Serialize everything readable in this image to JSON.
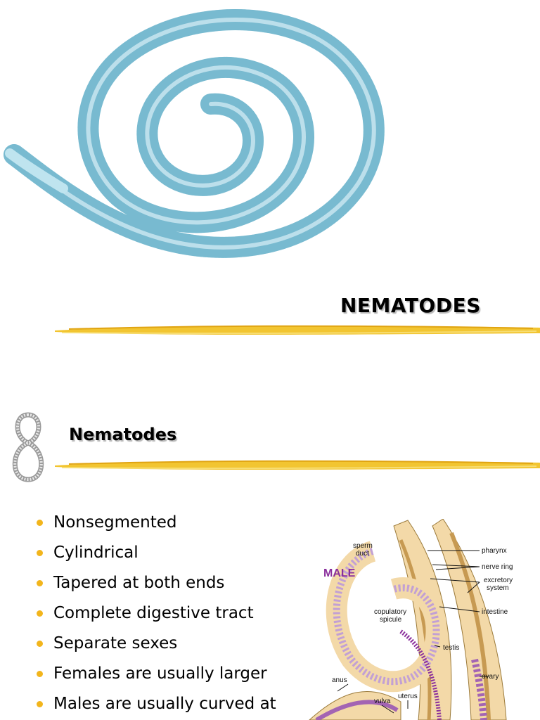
{
  "slide1": {
    "title": "NEMATODES"
  },
  "slide2": {
    "title": "Nematodes",
    "bullets": [
      "Nonsegmented",
      "Cylindrical",
      "Tapered at both ends",
      "Complete digestive tract",
      "Separate sexes",
      "Females are usually larger",
      "Males are usually curved at"
    ],
    "diagram": {
      "male_label": "MALE",
      "labels": {
        "sperm_duct": "sperm duct",
        "sperm": "sperm",
        "duct": "duct",
        "pharynx": "pharynx",
        "nerve_ring": "nerve ring",
        "excretory": "excretory",
        "system": "system",
        "intestine": "intestine",
        "copulatory": "copulatory",
        "spicule": "spicule",
        "testis": "testis",
        "ovary": "ovary",
        "anus": "anus",
        "vulva": "vulva",
        "uterus": "uterus"
      }
    }
  },
  "colors": {
    "accent_gold": "#f2b51c",
    "worm_blue": "#7fc3d6",
    "diagram_purple": "#8a2f9c"
  }
}
